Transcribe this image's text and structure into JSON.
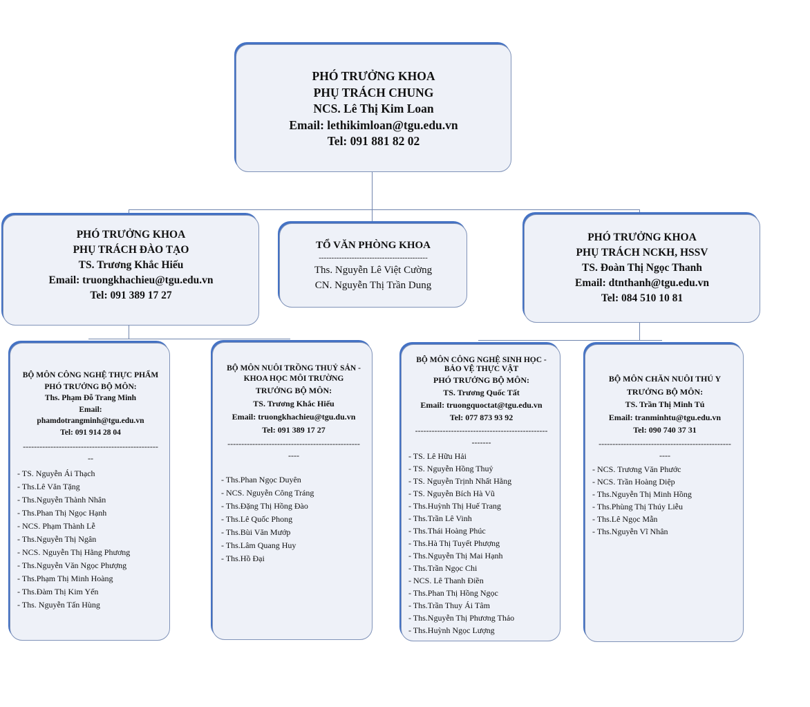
{
  "top": {
    "lines": [
      "PHÓ TRƯỞNG KHOA",
      "PHỤ TRÁCH CHUNG",
      "NCS. Lê Thị Kim Loan",
      "Email: lethikimloan@tgu.edu.vn",
      "Tel: 091 881 82 02"
    ]
  },
  "left": {
    "lines": [
      "PHÓ TRƯỞNG KHOA",
      "PHỤ TRÁCH  ĐÀO TẠO",
      "TS. Trương Khắc Hiếu",
      "Email: truongkhachieu@tgu.edu.vn",
      "Tel: 091 389 17 27"
    ]
  },
  "office": {
    "title": "TỔ VĂN PHÒNG KHOA",
    "divider": "-------------------------------------------",
    "members": [
      "Ths. Nguyễn Lê Việt Cường",
      "CN. Nguyễn Thị Trần Dung"
    ]
  },
  "right": {
    "lines": [
      "PHÓ TRƯỞNG KHOA",
      "PHỤ TRÁCH  NCKH, HSSV",
      "TS. Đoàn Thị Ngọc Thanh",
      "Email: dtnthanh@tgu.edu.vn",
      "Tel: 084 510 10 81"
    ]
  },
  "dept1": {
    "title": "BỘ MÔN CÔNG NGHỆ THỰC PHẨM",
    "role": "PHÓ TRƯỞNG BỘ MÔN:",
    "head": "Ths. Phạm Đỗ Trang Minh",
    "email_label": "Email:",
    "email": "phamdotrangminh@tgu.edu.vn",
    "tel": "Tel: 091 914 28 04",
    "divider": "-------------------------------------------------",
    "divider2": "--",
    "staff": [
      "- TS. Nguyễn Ái Thạch",
      "- Ths.Lê Văn Tặng",
      "- Ths.Nguyễn Thành Nhân",
      "- Ths.Phan Thị Ngọc Hạnh",
      "- NCS. Phạm Thành Lễ",
      "- Ths.Nguyễn Thị Ngân",
      "- NCS. Nguyễn Thị Hằng Phương",
      "- Ths.Nguyễn Văn Ngọc Phượng",
      "- Ths.Phạm Thị Minh Hoàng",
      "- Ths.Đàm Thị Kim Yến",
      "- Ths.  Nguyễn Tấn Hùng"
    ]
  },
  "dept2": {
    "title": "BỘ MÔN NUÔI TRỒNG THUỶ SẢN - KHOA HỌC MÔI TRƯỜNG",
    "role": "TRƯỞNG BỘ MÔN:",
    "head": "TS. Trương Khắc Hiếu",
    "email": "Email:  truongkhachieu@tgu.du.vn",
    "tel": "Tel: 091 389 17 27",
    "divider": "------------------------------------------------",
    "divider2": "----",
    "staff": [
      "- Ths.Phan Ngọc Duyên",
      "- NCS. Nguyễn Công Tráng",
      "- Ths.Đặng Thị Hồng Đào",
      "- Ths.Lê Quốc Phong",
      "- Ths.Bùi Văn Mướp",
      "- Ths.Lâm Quang Huy",
      "- Ths.Hồ Đại"
    ]
  },
  "dept3": {
    "title": "BỘ MÔN CÔNG NGHỆ SINH HỌC - BẢO VỆ THỰC VẬT",
    "role": "PHÓ TRƯỞNG BỘ MÔN:",
    "head": "TS. Trương Quốc Tất",
    "email": "Email:  truongquoctat@tgu.edu.vn",
    "tel": "Tel: 077 873 93 92",
    "divider": "------------------------------------------------",
    "divider2": "-------",
    "staff": [
      "- TS. Lê Hữu Hải",
      "- TS. Nguyễn Hồng Thuỷ",
      "- TS. Nguyễn Trịnh Nhất Hằng",
      "- TS. Nguyễn Bích Hà Vũ",
      "- Ths.Huỳnh Thị Huế Trang",
      "- Ths.Trần Lê Vinh",
      "- Ths.Thái Hoàng Phúc",
      "- Ths.Hà Thị Tuyết Phượng",
      "- Ths.Nguyễn Thị Mai Hạnh",
      "- Ths.Trần Ngọc Chi",
      "- NCS. Lê Thanh Điền",
      "- Ths.Phan Thị Hồng Ngọc",
      "- Ths.Trần Thuy Ái Tâm",
      "- Ths.Nguyễn Thị Phương Thảo",
      "- Ths.Huỳnh Ngọc Lượng"
    ]
  },
  "dept4": {
    "title": "BỘ MÔN CHĂN NUÔI THÚ Y",
    "role": "TRƯỞNG BỘ MÔN:",
    "head": "TS. Trần Thị Minh Tú",
    "email": "Email:  tranminhtu@tgu.edu.vn",
    "tel": "Tel: 090 740 37 31",
    "divider": "------------------------------------------------",
    "divider2": "----",
    "staff": [
      "- NCS. Trương Văn Phước",
      "- NCS. Trần Hoàng Diệp",
      "- Ths.Nguyễn Thị Minh Hồng",
      "- Ths.Phùng Thị Thúy Liễu",
      "- Ths.Lê Ngọc Mẫn",
      "- Ths.Nguyễn Vĩ Nhân"
    ]
  }
}
